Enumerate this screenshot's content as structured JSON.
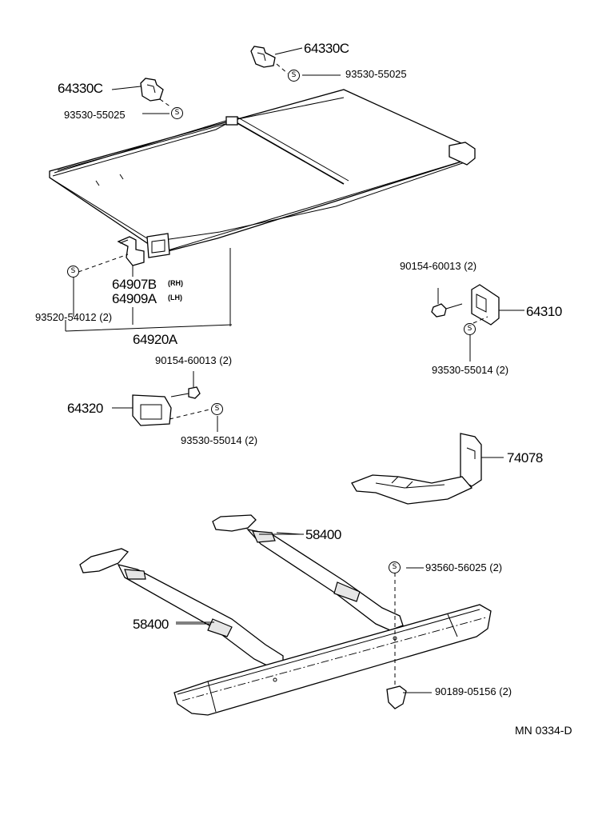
{
  "parts": {
    "p64330c_top": "64330C",
    "s93530_55025_top": "93530-55025",
    "p64330c_left": "64330C",
    "s93530_55025_left": "93530-55025",
    "p64907b": "64907B",
    "p64907b_side": "(RH)",
    "p64909a": "64909A",
    "p64909a_side": "(LH)",
    "s93520_54012": "93520-54012 (2)",
    "p64920a": "64920A",
    "b90154_right": "90154-60013 (2)",
    "p64310": "64310",
    "s93530_55014_right": "93530-55014 (2)",
    "b90154_left": "90154-60013 (2)",
    "p64320": "64320",
    "s93530_55014_left": "93530-55014 (2)",
    "p74078": "74078",
    "p58400_top": "58400",
    "s93560_56025": "93560-56025 (2)",
    "p58400_bottom": "58400",
    "c90189_05156": "90189-05156 (2)"
  },
  "washer_symbol": "S",
  "diagram_code": "MN  0334-D",
  "icons": [
    "washer-icon"
  ]
}
